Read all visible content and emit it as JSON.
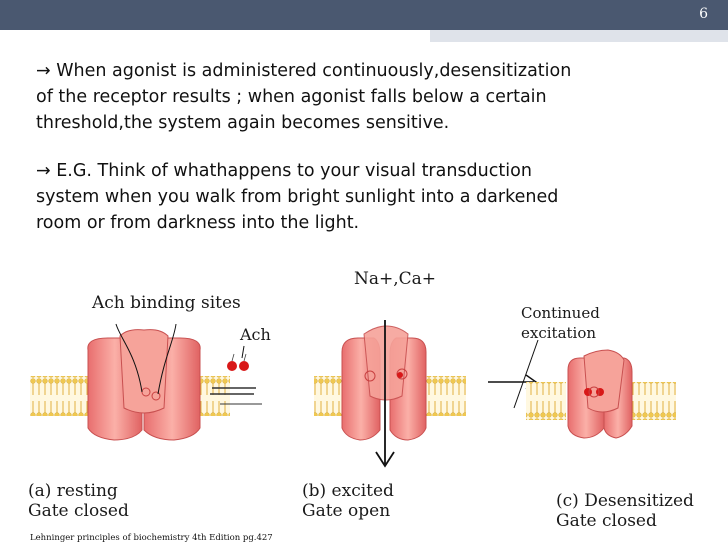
{
  "slide": {
    "number": "6"
  },
  "paragraphs": [
    {
      "lines": [
        "→  When agonist is administered continuously,desensitization",
        "of the receptor  results ;  when agonist  falls below a certain",
        "threshold,the system again becomes sensitive."
      ]
    },
    {
      "lines": [
        "→  E.G.  Think of whathappens to your visual transduction",
        "system when you walk from bright sunlight into a darkened",
        "room or from darkness into the light."
      ]
    }
  ],
  "figure": {
    "ions_label": "Na+,Ca+",
    "ach_binding_label": "Ach binding sites",
    "ach_label": "Ach",
    "continued_line1": "Continued",
    "continued_line2": "excitation",
    "panel_a_line1": "(a) resting",
    "panel_a_line2": "Gate closed",
    "panel_b_line1": "(b) excited",
    "panel_b_line2": "Gate open",
    "panel_c_line1": "(c) Desensitized",
    "panel_c_line2": "Gate closed",
    "colors": {
      "channel": "#f08a8a",
      "channel_dark": "#d85c5c",
      "membrane": "#f0c850",
      "ach": "#d81818"
    }
  },
  "caption": "Lehninger principles of biochemistry 4th Edition pg.427"
}
